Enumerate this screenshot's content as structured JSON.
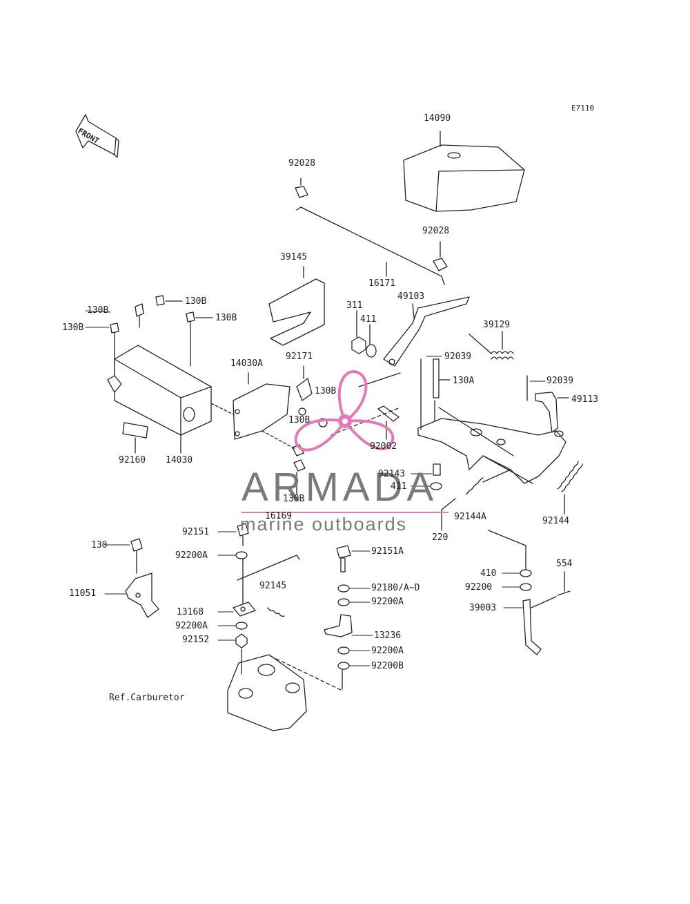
{
  "diagram": {
    "code": "E7110",
    "front_label": "FRONT",
    "reference": "Ref.Carburetor",
    "watermark": {
      "name": "ARMADA",
      "tagline": "marine outboards",
      "accent": "#e07ab8",
      "text_color": "#7a7a7a"
    },
    "parts": [
      "14090",
      "92028",
      "92028",
      "39145",
      "16171",
      "311",
      "411",
      "49103",
      "39129",
      "92039",
      "130A",
      "92039",
      "49113",
      "130B",
      "130B",
      "130B",
      "130B",
      "14030A",
      "92171",
      "130B",
      "130B",
      "92002",
      "92160",
      "14030",
      "92143",
      "411",
      "130B",
      "16169",
      "92144A",
      "220",
      "92144",
      "92151",
      "92200A",
      "130",
      "92151A",
      "410",
      "554",
      "92145",
      "92180/A~D",
      "92200",
      "11051",
      "92200A",
      "39003",
      "13168",
      "92200A",
      "13236",
      "92152",
      "92200A",
      "92200B"
    ]
  }
}
